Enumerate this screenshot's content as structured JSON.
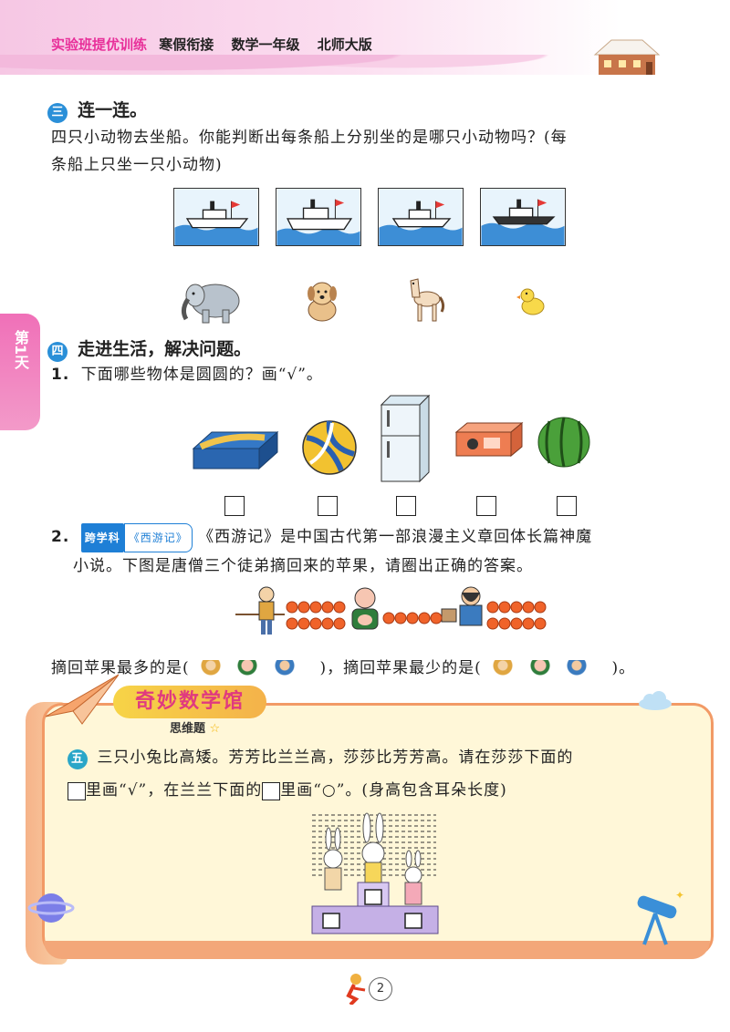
{
  "header": {
    "brand": "实验班提优训练",
    "part2": "寒假衔接",
    "part3": "数学一年级",
    "part4": "北师大版"
  },
  "side_tab": {
    "label": "第1天"
  },
  "section3": {
    "badge": "三",
    "title": "连一连。",
    "text_line1": "四只小动物去坐船。你能判断出每条船上分别坐的是哪只小动物吗？(每",
    "text_line2": "条船上只坐一只小动物)"
  },
  "section4": {
    "badge": "四",
    "title": "走进生活，解决问题。",
    "q1_num": "1.",
    "q1_text": "下面哪些物体是圆圆的？画“√”。",
    "q2_num": "2.",
    "q2_tag": "跨学科",
    "q2_tag2": "《西游记》",
    "q2_line1": "《西游记》是中国古代第一部浪漫主义章回体长篇神魔",
    "q2_line2": "小说。下图是唐僧三个徒弟摘回来的苹果，请圈出正确的答案。",
    "q2_answer_part1": "摘回苹果最多的是(",
    "q2_answer_part2": ")，摘回苹果最少的是(",
    "q2_answer_part3": ")。"
  },
  "apples": {
    "group1": 5,
    "group2": 5,
    "group3": 5
  },
  "panel": {
    "banner": "奇妙数学馆",
    "subtitle": "思维题",
    "badge": "五",
    "line1": "三只小兔比高矮。芳芳比兰兰高，莎莎比芳芳高。请在莎莎下面的",
    "line2_a": "里画“√”，在兰兰下面的",
    "line2_b": "里画“○”。(身高包含耳朵长度)"
  },
  "page_number": "2",
  "colors": {
    "accent_blue": "#2a8fd8",
    "pink": "#f070b8",
    "apple": "#f0632a",
    "panel_border": "#f29a66"
  }
}
